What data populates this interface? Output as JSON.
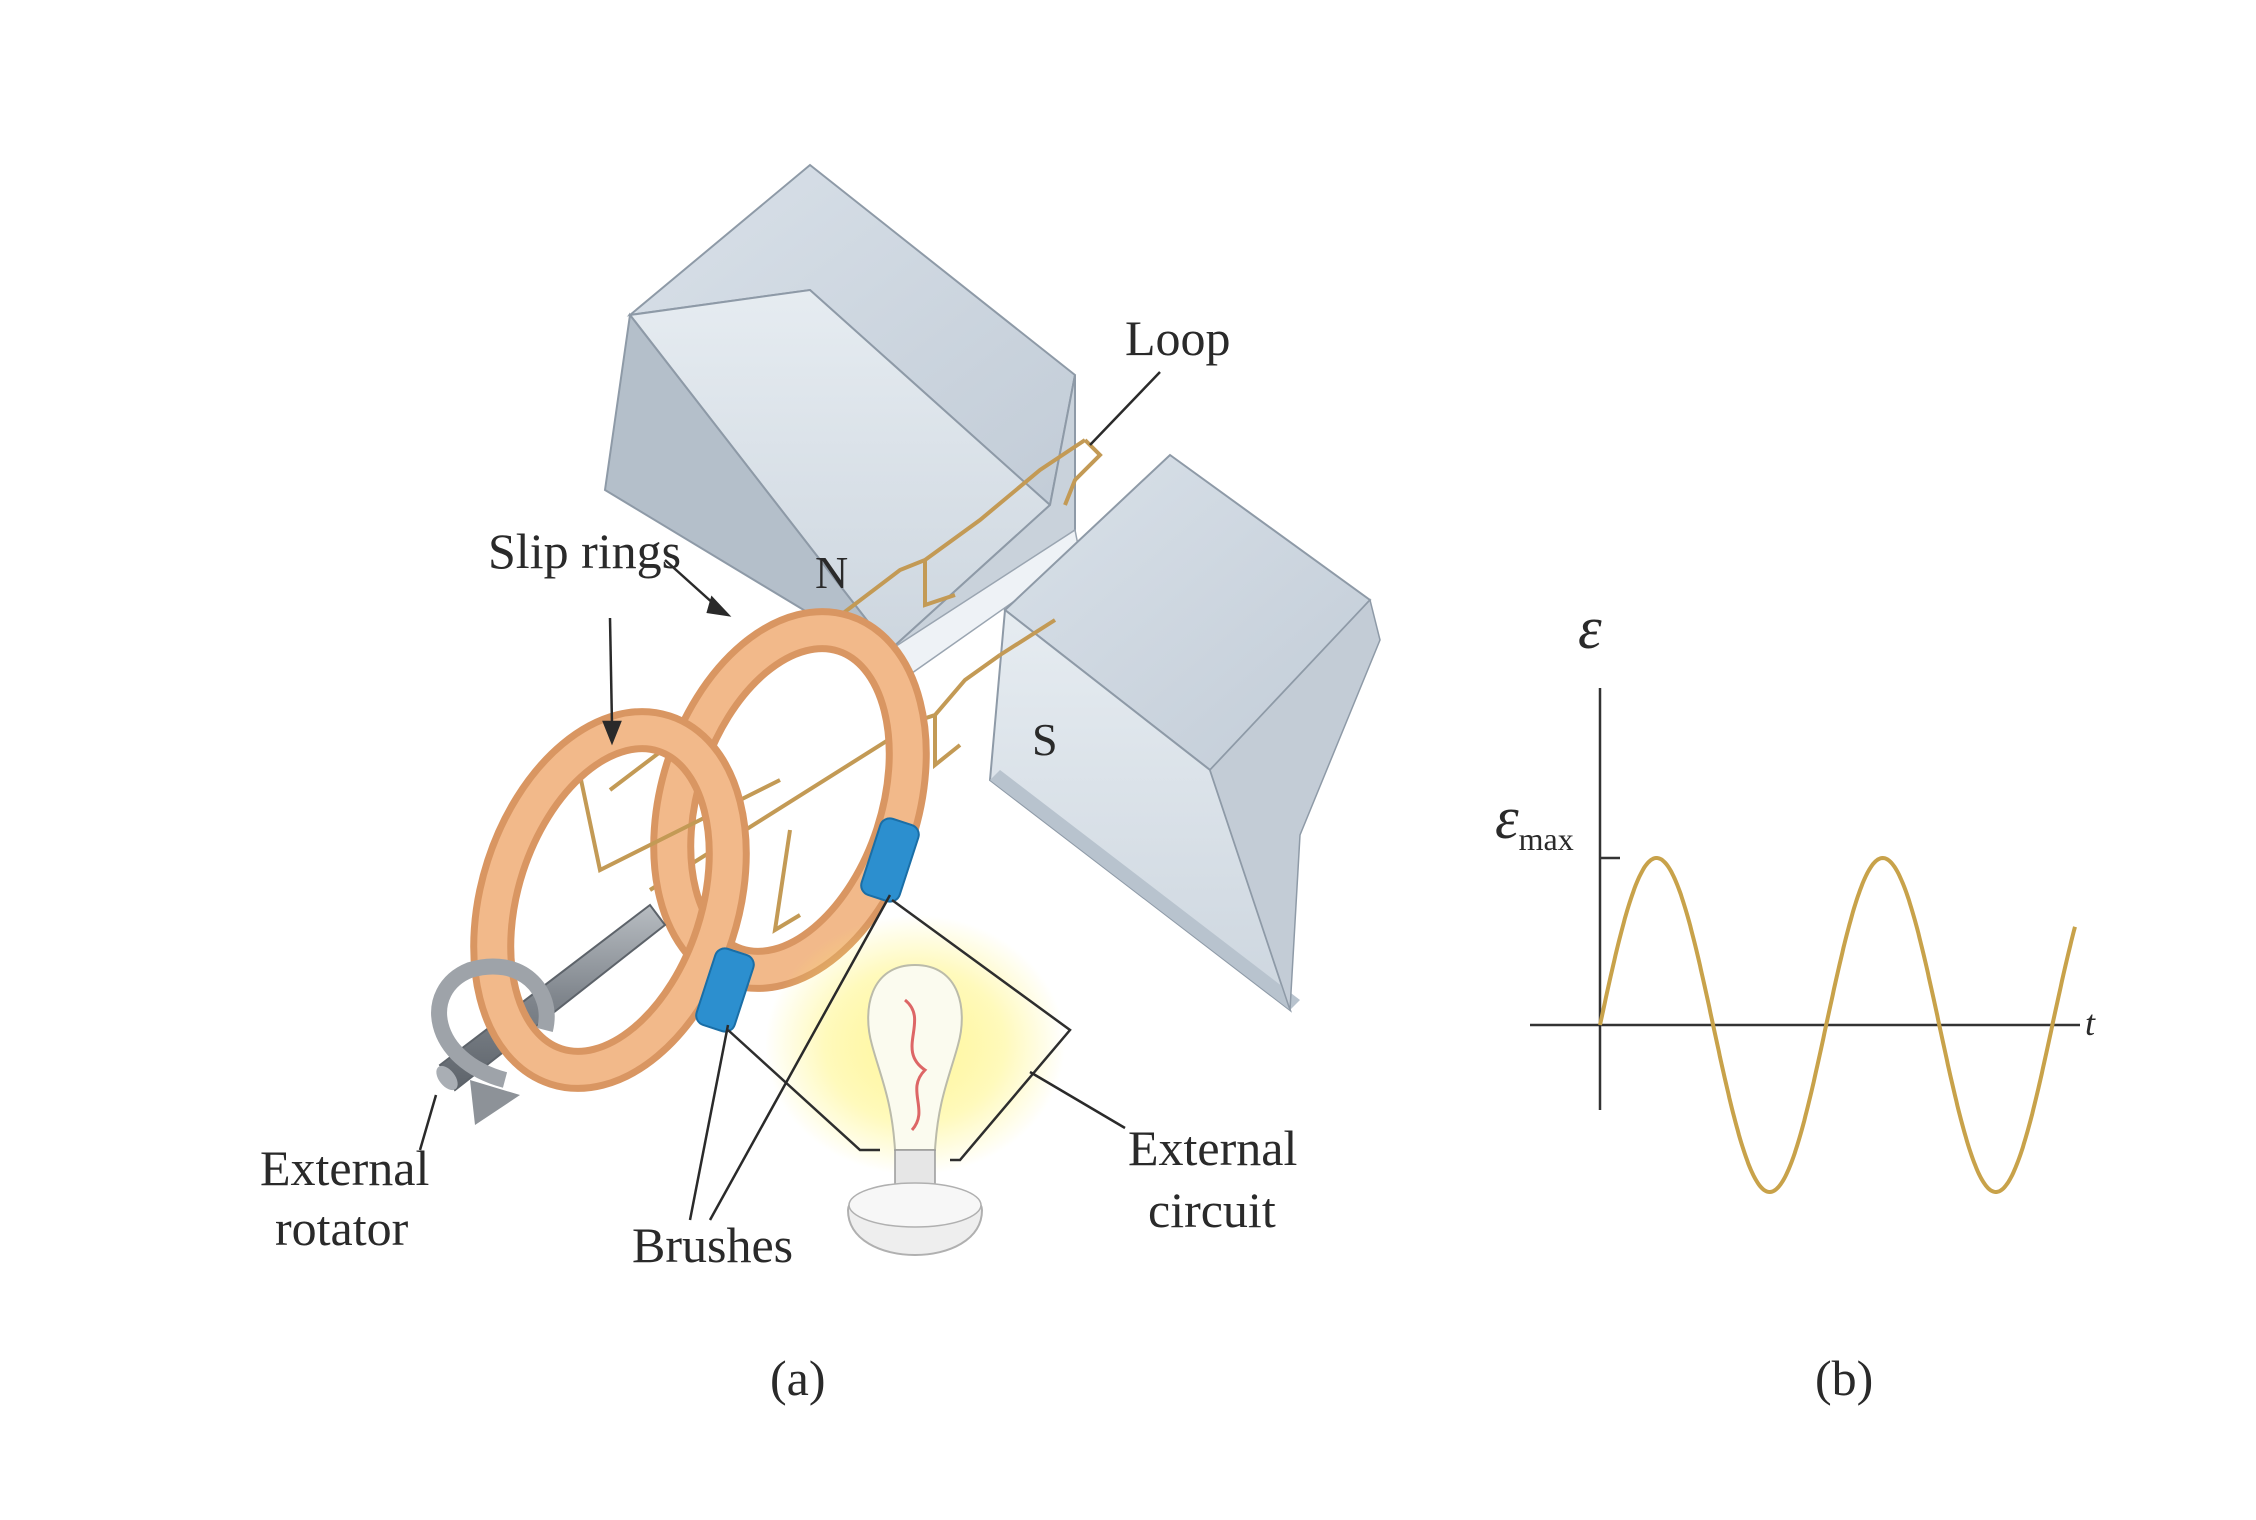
{
  "labels": {
    "loop": "Loop",
    "slip_rings": "Slip rings",
    "north_pole": "N",
    "south_pole": "S",
    "external_rotator_line1": "External",
    "external_rotator_line2": "rotator",
    "brushes": "Brushes",
    "external_circuit_line1": "External",
    "external_circuit_line2": "circuit",
    "caption_a": "(a)",
    "caption_b": "(b)"
  },
  "graph": {
    "y_axis_symbol": "ε",
    "ymax_symbol": "ε",
    "ymax_subscript": "max",
    "x_axis_symbol": "t"
  },
  "chart_data": {
    "type": "line",
    "title": "",
    "xlabel": "t",
    "ylabel": "ε",
    "ytick_labels": [
      "εmax"
    ],
    "series": [
      {
        "function": "sin",
        "cycles": 2.1,
        "amplitude": 1
      }
    ],
    "ylim": [
      -1.1,
      1.1
    ],
    "grid": false,
    "legend": "none"
  },
  "colors": {
    "magnet_top": "#cfd8e1",
    "magnet_front": "#dfe6ed",
    "magnet_side": "#b3bfcc",
    "ring": "#f2b98a",
    "ring_dark": "#d99662",
    "wire": "#c39a55",
    "brush": "#2c8fcf",
    "shaft": "#8c9197",
    "bulb_glow": "#fff36b",
    "curve": "#c8a24a",
    "axis": "#333333"
  }
}
